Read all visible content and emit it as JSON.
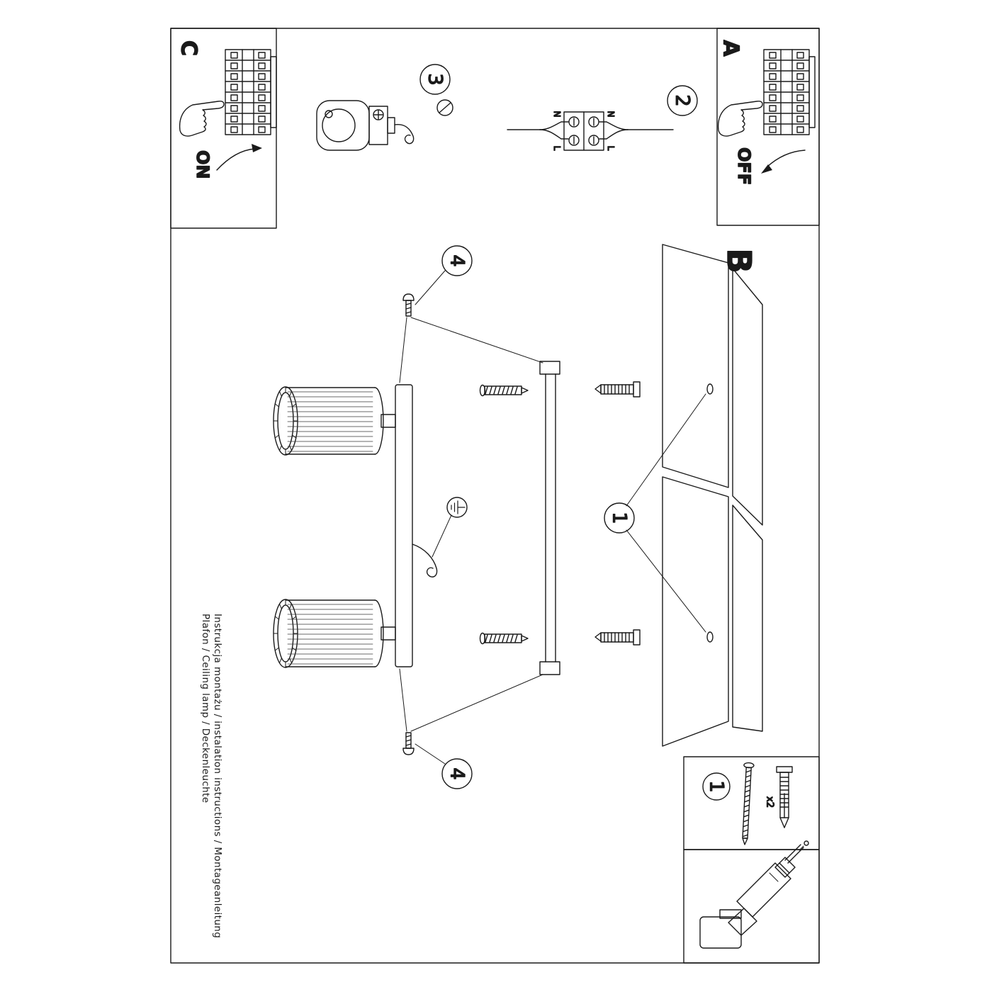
{
  "sections": {
    "a": "A",
    "b": "B",
    "c": "C"
  },
  "switch": {
    "on": "ON",
    "off": "OFF"
  },
  "steps": {
    "s1": "1",
    "s2": "2",
    "s3": "3",
    "s4": "4"
  },
  "terminal": {
    "n": "N",
    "l": "L"
  },
  "hardware": {
    "quantity": "x2"
  },
  "footer": {
    "line1": "Instrukcja montażu / instalation instructions / Montageanleitung",
    "line2": "Plafon / Ceiling lamp / Deckenleuchte"
  },
  "colors": {
    "ink": "#1a1a1a",
    "paper": "#ffffff"
  }
}
